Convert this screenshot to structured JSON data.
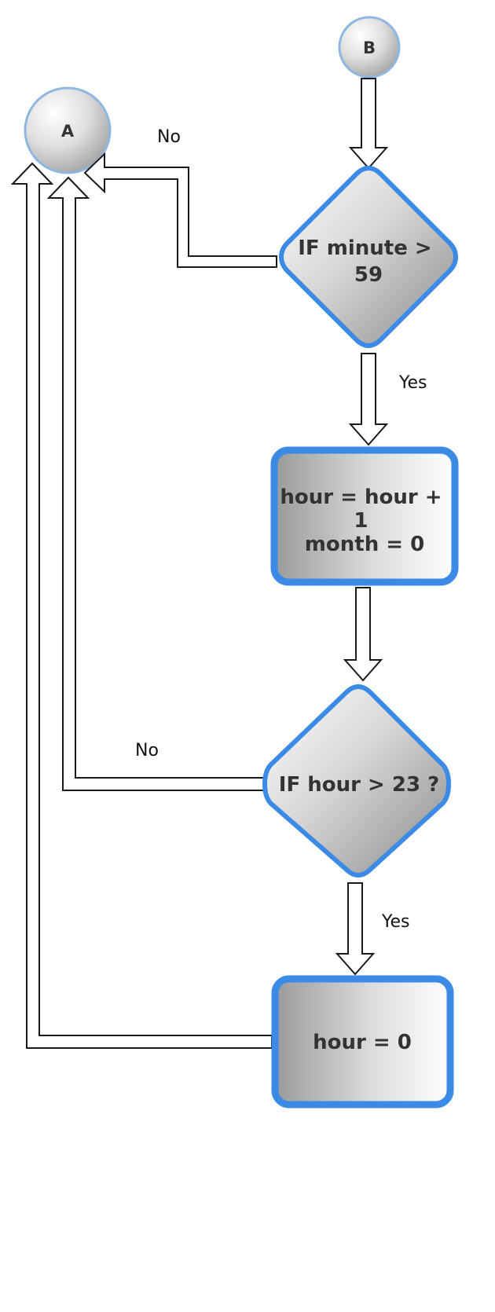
{
  "connectors": {
    "a": "A",
    "b": "B"
  },
  "decisions": {
    "minute": [
      "IF minute >",
      "59"
    ],
    "hour": [
      "IF hour > 23 ?"
    ]
  },
  "processes": {
    "increment_hour": [
      "hour = hour +",
      "1",
      "month = 0"
    ],
    "reset_hour": [
      "hour = 0"
    ]
  },
  "edge_labels": {
    "minute_no": "No",
    "minute_yes": "Yes",
    "hour_no": "No",
    "hour_yes": "Yes"
  },
  "colors": {
    "node_border": "#3b8ae6",
    "node_fill_light": "#ffffff",
    "node_fill_dark": "#8f8f8f",
    "connector_border": "#8fb6e0",
    "arrow_stroke": "#1a1a1a"
  }
}
